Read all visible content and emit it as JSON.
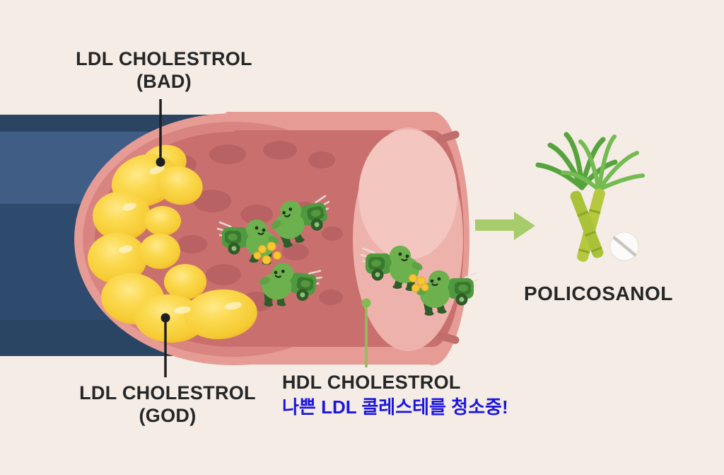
{
  "labels": {
    "ldl_bad_line1": "LDL CHOLESTROL",
    "ldl_bad_line2": "(BAD)",
    "ldl_god_line1": "LDL CHOLESTROL",
    "ldl_god_line2": "(GOD)",
    "hdl_line1": "HDL CHOLESTROL",
    "hdl_line2": "나쁜 LDL 콜레스테를 청소중!",
    "policosanol": "POLICOSANOL"
  },
  "illustration": {
    "blood_vessel": "artery-cross-section",
    "ldl_plaque": "yellow-plaque-buildup",
    "hdl_creatures_count": 5,
    "arrow": "green-right-arrow",
    "policosanol_source": "sugarcane-stalks-and-pill"
  },
  "colors": {
    "background": "#f4ece5",
    "vessel_outer": "#2e4a6c",
    "vessel_outer_light": "#3f5d85",
    "artery_wall": "#e69b95",
    "artery_inner": "#c9706e",
    "artery_far_end": "#eeb2ac",
    "plaque_yellow": "#f8d03c",
    "hdl_green": "#6db14f",
    "arrow_green": "#a6cc6b",
    "label_black": "#262626",
    "korean_blue": "#1c16dd",
    "pill_white": "#fcfbf9"
  }
}
